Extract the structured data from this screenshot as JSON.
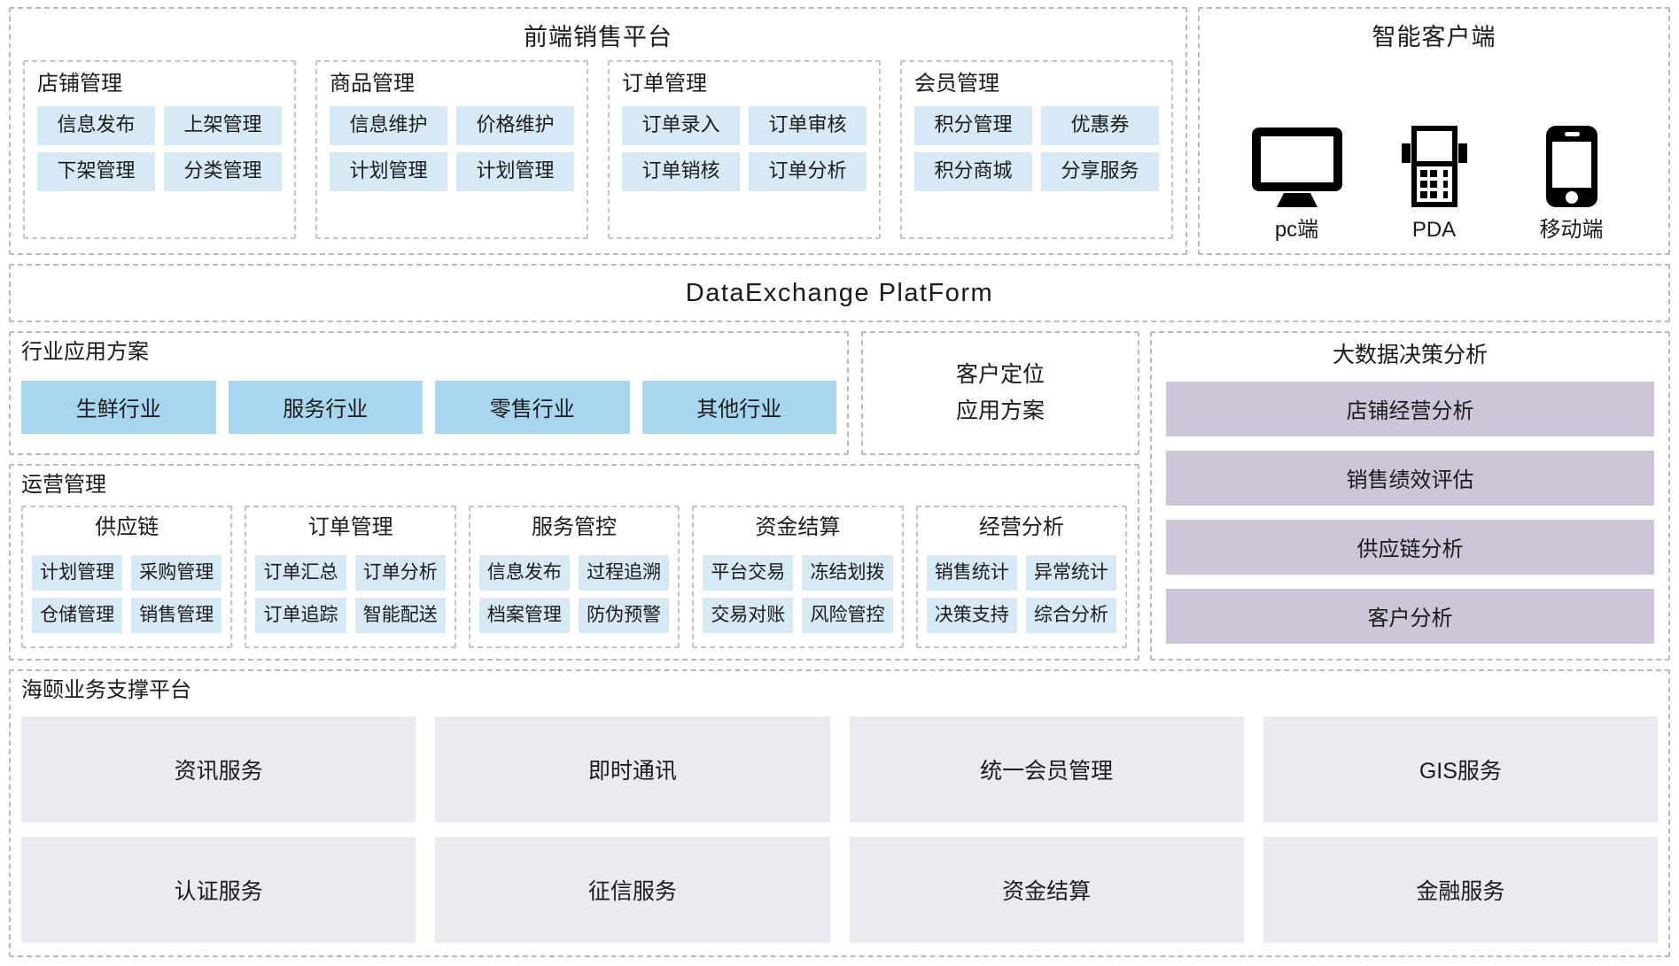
{
  "frontend": {
    "title": "前端销售平台",
    "groups": [
      {
        "title": "店铺管理",
        "items": [
          "信息发布",
          "上架管理",
          "下架管理",
          "分类管理"
        ]
      },
      {
        "title": "商品管理",
        "items": [
          "信息维护",
          "价格维护",
          "计划管理",
          "计划管理"
        ]
      },
      {
        "title": "订单管理",
        "items": [
          "订单录入",
          "订单审核",
          "订单销核",
          "订单分析"
        ]
      },
      {
        "title": "会员管理",
        "items": [
          "积分管理",
          "优惠券",
          "积分商城",
          "分享服务"
        ]
      }
    ]
  },
  "client": {
    "title": "智能客户端",
    "devices": [
      {
        "icon": "monitor-icon",
        "label": "pc端"
      },
      {
        "icon": "pda-icon",
        "label": "PDA"
      },
      {
        "icon": "smartphone-icon",
        "label": "移动端"
      }
    ]
  },
  "exchange": {
    "title": "DataExchange  PlatForm"
  },
  "industry": {
    "title": "行业应用方案",
    "items": [
      "生鲜行业",
      "服务行业",
      "零售行业",
      "其他行业"
    ]
  },
  "locate": {
    "line1": "客户定位",
    "line2": "应用方案"
  },
  "operations": {
    "title": "运营管理",
    "groups": [
      {
        "title": "供应链",
        "items": [
          "计划管理",
          "采购管理",
          "仓储管理",
          "销售管理"
        ]
      },
      {
        "title": "订单管理",
        "items": [
          "订单汇总",
          "订单分析",
          "订单追踪",
          "智能配送"
        ]
      },
      {
        "title": "服务管控",
        "items": [
          "信息发布",
          "过程追溯",
          "档案管理",
          "防伪预警"
        ]
      },
      {
        "title": "资金结算",
        "items": [
          "平台交易",
          "冻结划拨",
          "交易对账",
          "风险管控"
        ]
      },
      {
        "title": "经营分析",
        "items": [
          "销售统计",
          "异常统计",
          "决策支持",
          "综合分析"
        ]
      }
    ]
  },
  "bigdata": {
    "title": "大数据决策分析",
    "items": [
      "店铺经营分析",
      "销售绩效评估",
      "供应链分析",
      "客户分析"
    ]
  },
  "support": {
    "title": "海颐业务支撑平台",
    "items": [
      "资讯服务",
      "即时通讯",
      "统一会员管理",
      "GIS服务",
      "认证服务",
      "征信服务",
      "资金结算",
      "金融服务"
    ]
  },
  "colors": {
    "chip_blue": "#d6e9f4",
    "chip_blue_strong": "#a9d6ef",
    "chip_purple": "#cdc6d8",
    "chip_lavender": "#eceaf0",
    "border_dash": "#b9b9b9"
  }
}
